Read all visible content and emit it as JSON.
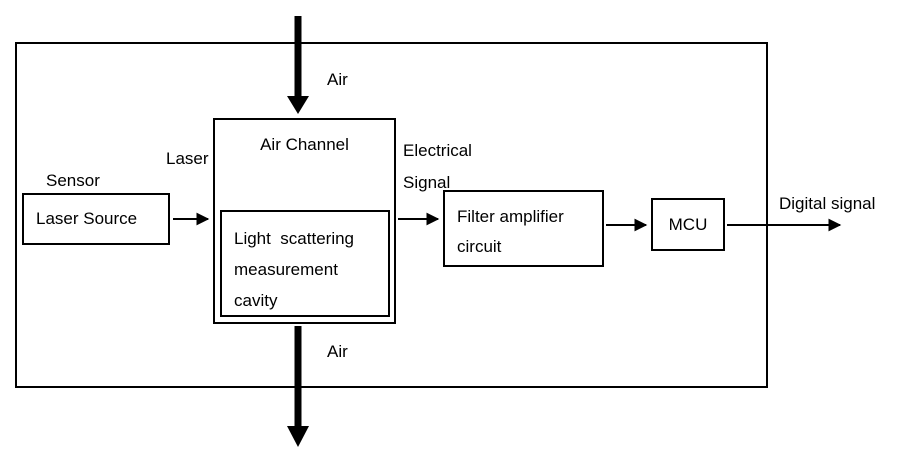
{
  "diagram": {
    "boxes": {
      "laser_source": "Laser Source",
      "air_channel": "Air Channel",
      "cavity": [
        "Light  scattering",
        "measurement",
        "cavity"
      ],
      "filter": [
        "Filter amplifier",
        "circuit"
      ],
      "mcu": "MCU"
    },
    "labels": {
      "sensor": "Sensor",
      "laser": "Laser",
      "air_top": "Air",
      "air_bottom": "Air",
      "electrical": [
        "Electrical",
        "Signal"
      ],
      "digital_signal": "Digital signal"
    },
    "colors": {
      "line": "#000000",
      "background": "#ffffff"
    }
  }
}
